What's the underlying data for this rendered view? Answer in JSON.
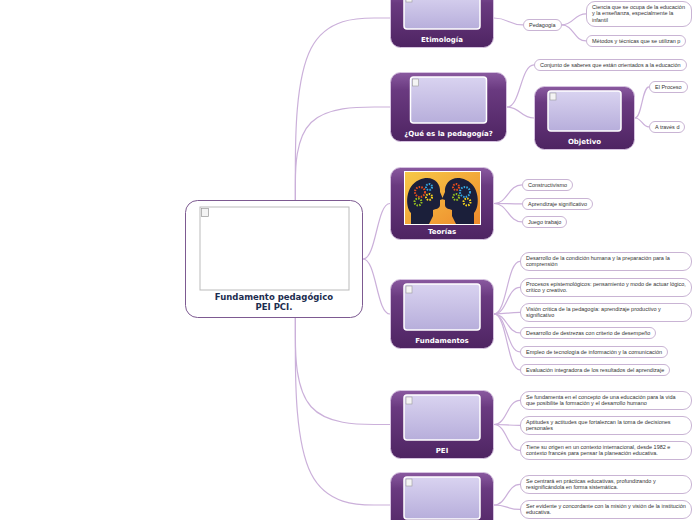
{
  "diagram": {
    "nodes": [
      {
        "text": [
          "Fundamento pedagógico PEI PCI."
        ]
      },
      {
        "text": [
          "Etimología"
        ]
      },
      {
        "text": [
          "Pedagogía"
        ]
      },
      {
        "text": [
          "Ciencia que se ocupa de la educación y la enseñanza, especialmente la infantil"
        ]
      },
      {
        "text": [
          "Métodos y técnicas que se utilizan p"
        ]
      },
      {
        "text": [
          "¿Qué es la pedagogía?"
        ]
      },
      {
        "text": [
          "Conjunto de saberes que están orientados a la educación"
        ]
      },
      {
        "text": [
          "Objetivo"
        ]
      },
      {
        "text": [
          "El Proceso"
        ]
      },
      {
        "text": [
          "A través d"
        ]
      },
      {
        "text": [
          "Teorías"
        ]
      },
      {
        "text": [
          "Constructivismo"
        ]
      },
      {
        "text": [
          "Aprendizaje significativo"
        ]
      },
      {
        "text": [
          "Juego trabajo"
        ]
      },
      {
        "text": [
          "Fundamentos"
        ]
      },
      {
        "text": [
          "Desarrollo de la condición humana y la preparación para la comprensión"
        ]
      },
      {
        "text": [
          "Procesos epistemológicos: pensamiento y modo de actuar lógico, crítico y creativo."
        ]
      },
      {
        "text": [
          "Visión crítica de la pedagogía: aprendizaje productivo y significativo"
        ]
      },
      {
        "text": [
          "Desarrollo de destrezas con criterio de desempeño"
        ]
      },
      {
        "text": [
          "Empleo de tecnología de información y la comunicación"
        ]
      },
      {
        "text": [
          "Evaluación integradora de los resultados del aprendizaje"
        ]
      },
      {
        "text": [
          "PEI"
        ]
      },
      {
        "text": [
          "Se fundamenta en el concepto de una educación para la vida que posibilite la formación y el desarrollo humano"
        ]
      },
      {
        "text": [
          "Aptitudes y actitudes que fortalezcan la toma de decisiones personales"
        ]
      },
      {
        "text": [
          "Tiene su origen en un contexto internacional, desde 1982 e contexto francés para pensar la planeación educativa."
        ]
      },
      {
        "text": []
      },
      {
        "text": [
          "Se centrará en prácticas educativas, profundizando y resignificándola en forma sistemática."
        ]
      },
      {
        "text": [
          "Ser evidente y concordante con la misión y visión de la institución educativa."
        ]
      }
    ],
    "edges": [
      {
        "from": 0,
        "to": 1,
        "arrow": "none"
      },
      {
        "from": 0,
        "to": 5,
        "arrow": "none"
      },
      {
        "from": 0,
        "to": 10,
        "arrow": "none"
      },
      {
        "from": 0,
        "to": 14,
        "arrow": "none"
      },
      {
        "from": 0,
        "to": 21,
        "arrow": "none"
      },
      {
        "from": 0,
        "to": 25,
        "arrow": "none"
      },
      {
        "from": 1,
        "to": 2,
        "arrow": "none"
      },
      {
        "from": 2,
        "to": 3,
        "arrow": "none"
      },
      {
        "from": 2,
        "to": 4,
        "arrow": "none"
      },
      {
        "from": 5,
        "to": 6,
        "arrow": "none"
      },
      {
        "from": 5,
        "to": 7,
        "arrow": "none"
      },
      {
        "from": 7,
        "to": 8,
        "arrow": "none"
      },
      {
        "from": 7,
        "to": 9,
        "arrow": "none"
      },
      {
        "from": 10,
        "to": 11,
        "arrow": "none"
      },
      {
        "from": 10,
        "to": 12,
        "arrow": "none"
      },
      {
        "from": 10,
        "to": 13,
        "arrow": "none"
      },
      {
        "from": 14,
        "to": 15,
        "arrow": "none"
      },
      {
        "from": 14,
        "to": 16,
        "arrow": "none"
      },
      {
        "from": 14,
        "to": 17,
        "arrow": "none"
      },
      {
        "from": 14,
        "to": 18,
        "arrow": "none"
      },
      {
        "from": 14,
        "to": 19,
        "arrow": "none"
      },
      {
        "from": 14,
        "to": 20,
        "arrow": "none"
      },
      {
        "from": 21,
        "to": 22,
        "arrow": "none"
      },
      {
        "from": 21,
        "to": 23,
        "arrow": "none"
      },
      {
        "from": 21,
        "to": 24,
        "arrow": "none"
      },
      {
        "from": 25,
        "to": 26,
        "arrow": "none"
      },
      {
        "from": 25,
        "to": 27,
        "arrow": "none"
      }
    ]
  }
}
